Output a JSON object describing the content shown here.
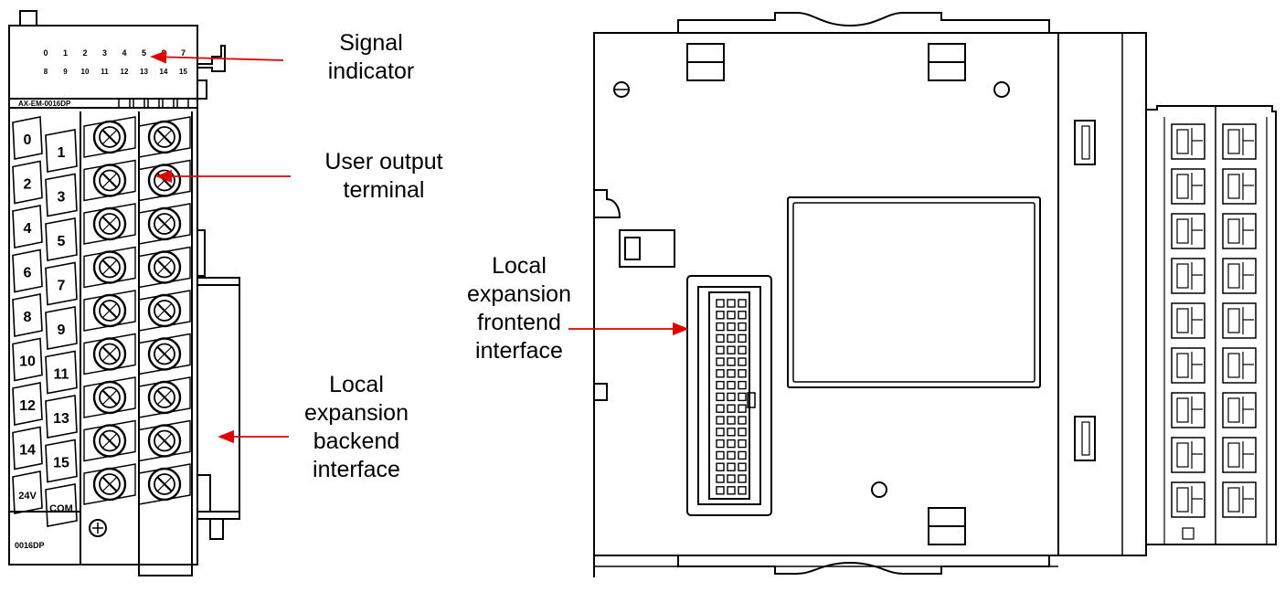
{
  "module": {
    "model_label": "AX-EM-0016DP",
    "bottom_label": "0016DP",
    "led_row_top": [
      "0",
      "1",
      "2",
      "3",
      "4",
      "5",
      "6",
      "7"
    ],
    "led_row_bottom": [
      "8",
      "9",
      "10",
      "11",
      "12",
      "13",
      "14",
      "15"
    ],
    "terminal_labels_left": [
      "0",
      "2",
      "4",
      "6",
      "8",
      "10",
      "12",
      "14",
      "24V"
    ],
    "terminal_labels_right": [
      "1",
      "3",
      "5",
      "7",
      "9",
      "11",
      "13",
      "15",
      "COM"
    ]
  },
  "callouts": {
    "signal_indicator": [
      "Signal",
      "indicator"
    ],
    "user_output_terminal": [
      "User output",
      "terminal"
    ],
    "backend_interface": [
      "Local",
      "expansion",
      "backend",
      "interface"
    ],
    "frontend_interface": [
      "Local",
      "expansion",
      "frontend",
      "interface"
    ]
  },
  "colors": {
    "line": "#000000",
    "arrow": "#e00000"
  }
}
